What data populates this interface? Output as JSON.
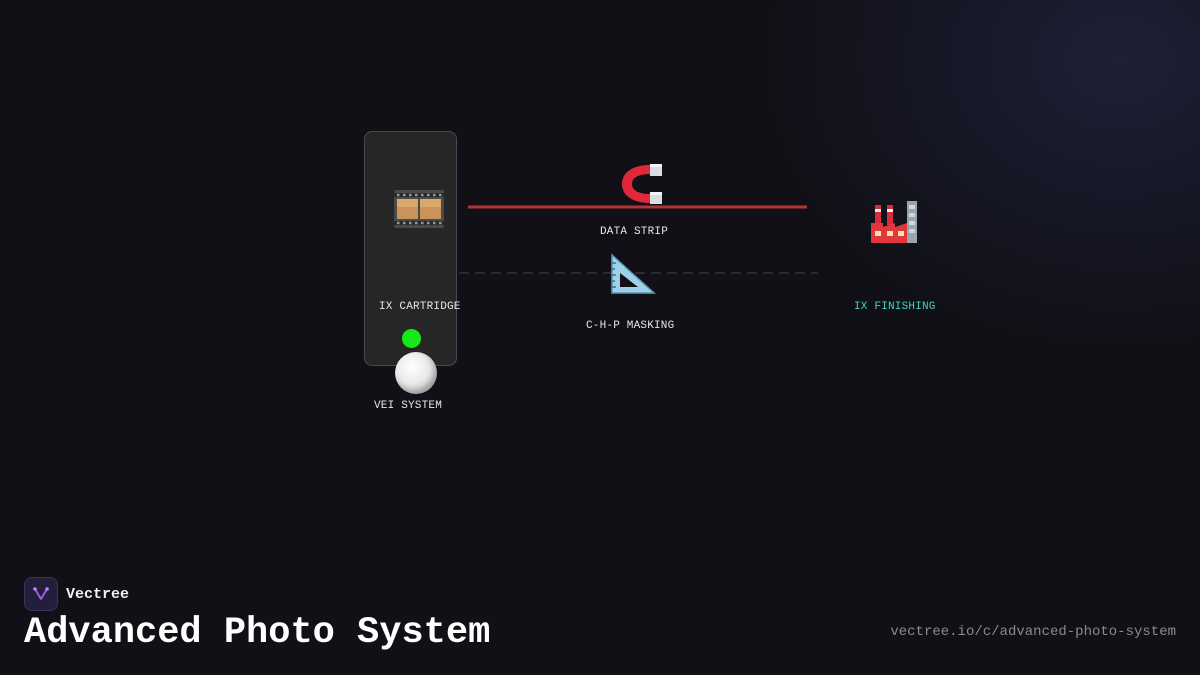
{
  "diagram": {
    "nodes": {
      "ix_cartridge": {
        "label": "IX CARTRIDGE",
        "icon": "film-frames-icon"
      },
      "data_strip": {
        "label": "DATA STRIP",
        "icon": "magnet-icon"
      },
      "chp_masking": {
        "label": "C-H-P MASKING",
        "icon": "triangular-ruler-icon"
      },
      "ix_finishing": {
        "label": "IX FINISHING",
        "icon": "factory-icon"
      },
      "vei_system": {
        "label": "VEI SYSTEM",
        "icon": "white-circle-icon"
      }
    },
    "colors": {
      "data_strip_line": "#b03535",
      "masking_line": "#3a3a44",
      "finishing_label": "#3fd6c0",
      "status_dot": "#17e817",
      "cartridge_box": "#262626"
    }
  },
  "footer": {
    "brand_name": "Vectree",
    "brand_icon": "vectree-logo-icon",
    "title": "Advanced Photo System",
    "url": "vectree.io/c/advanced-photo-system"
  }
}
